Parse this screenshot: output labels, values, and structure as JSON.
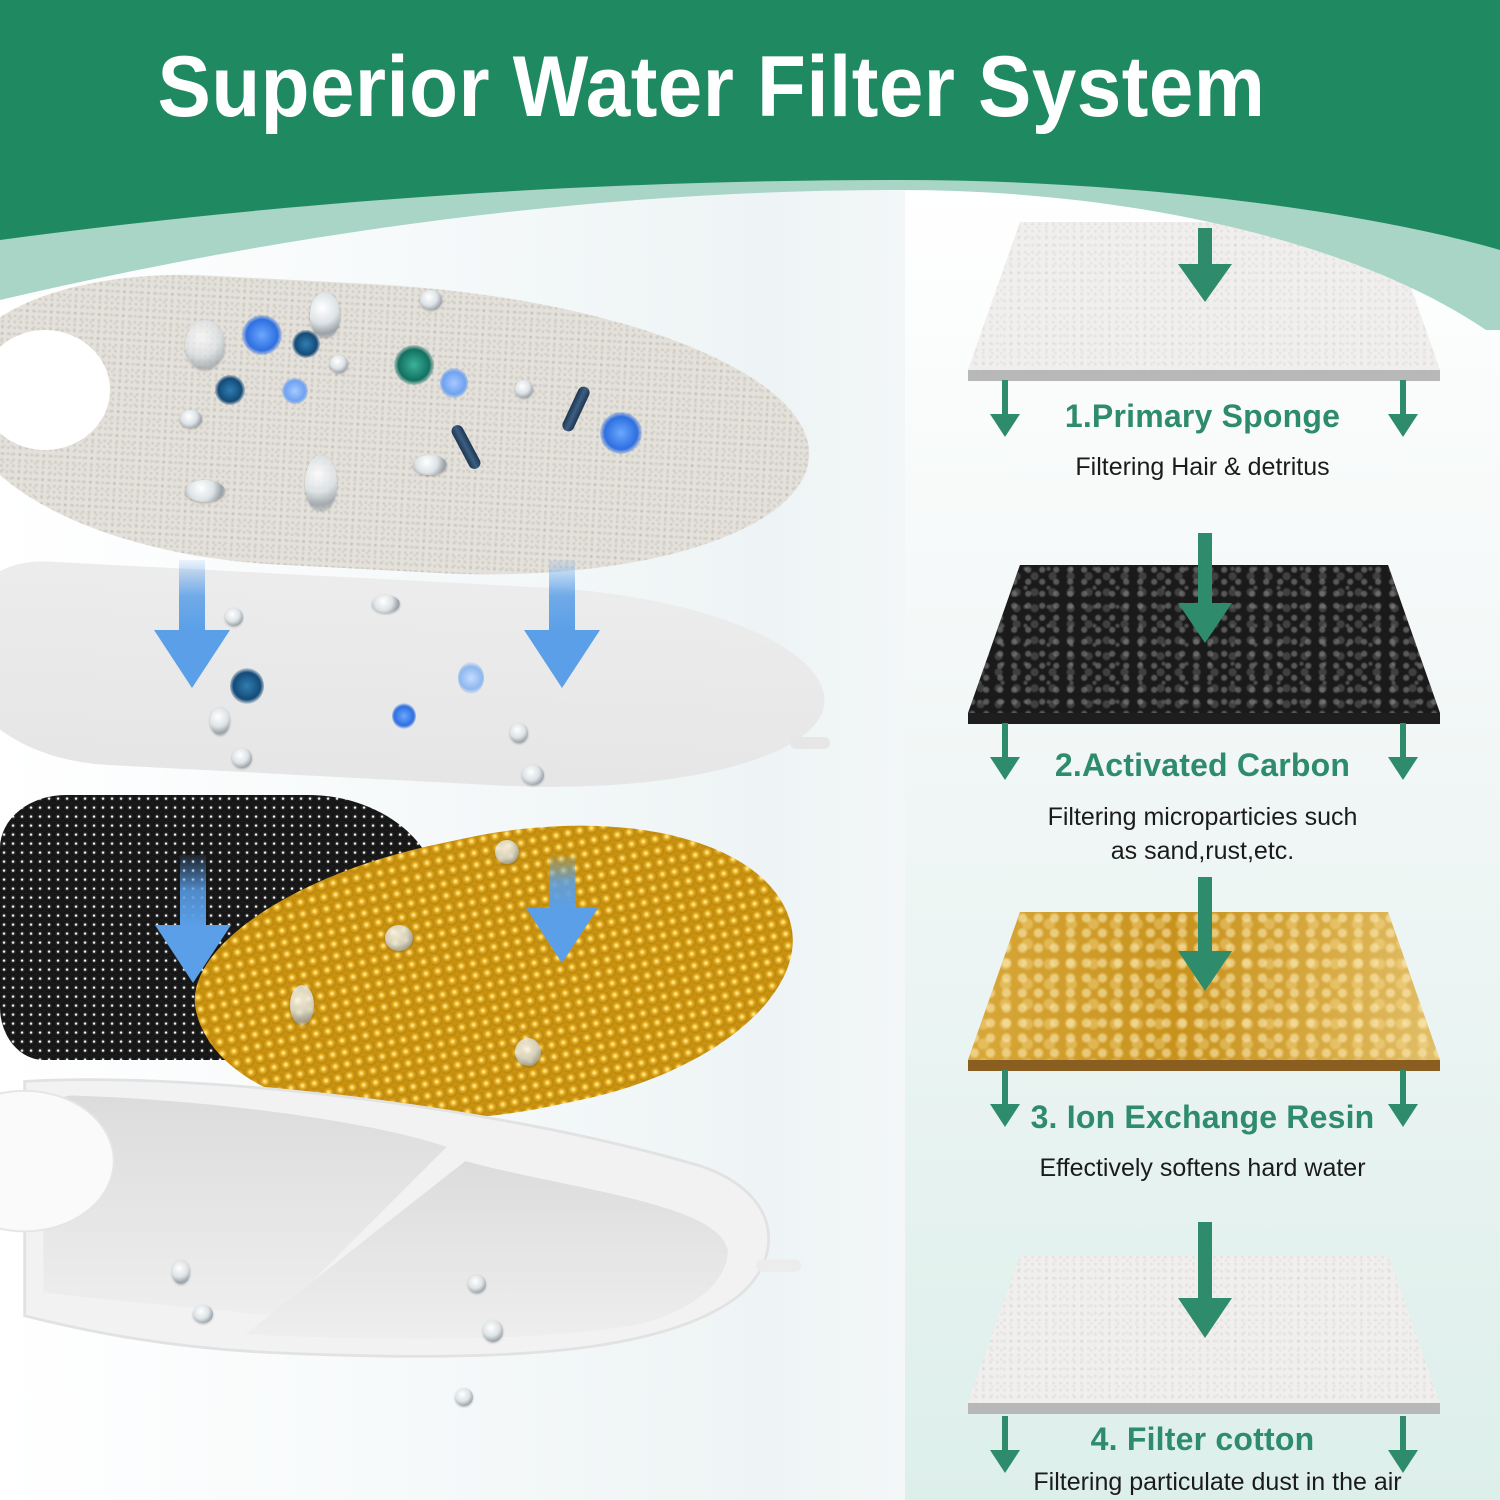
{
  "header": {
    "title": "Superior Water Filter System",
    "bg_color": "#1f8a62",
    "band_color": "#a8d5c5"
  },
  "colors": {
    "step_title": "#2e8c6c",
    "step_arrow": "#2e8c6c",
    "illustration_arrow": "#5a9fe8",
    "description_text": "#1b1b1b"
  },
  "steps": [
    {
      "number": "1",
      "title": "1.Primary Sponge",
      "description_lines": [
        "Filtering Hair & detritus"
      ],
      "material": "white-sponge"
    },
    {
      "number": "2",
      "title": "2.Activated Carbon",
      "description_lines": [
        "Filtering microparticies such",
        "as sand,rust,etc."
      ],
      "material": "activated-carbon"
    },
    {
      "number": "3",
      "title": "3. Ion Exchange Resin",
      "description_lines": [
        "Effectively softens hard water"
      ],
      "material": "ion-exchange-resin"
    },
    {
      "number": "4",
      "title": "4. Filter cotton",
      "description_lines": [
        "Filtering particulate dust in the air"
      ],
      "material": "filter-cotton"
    }
  ],
  "illustration": {
    "layers": [
      "sponge-with-contaminants",
      "filter-plate",
      "black-carbon-beads",
      "yellow-resin-beads",
      "white-tray"
    ]
  }
}
